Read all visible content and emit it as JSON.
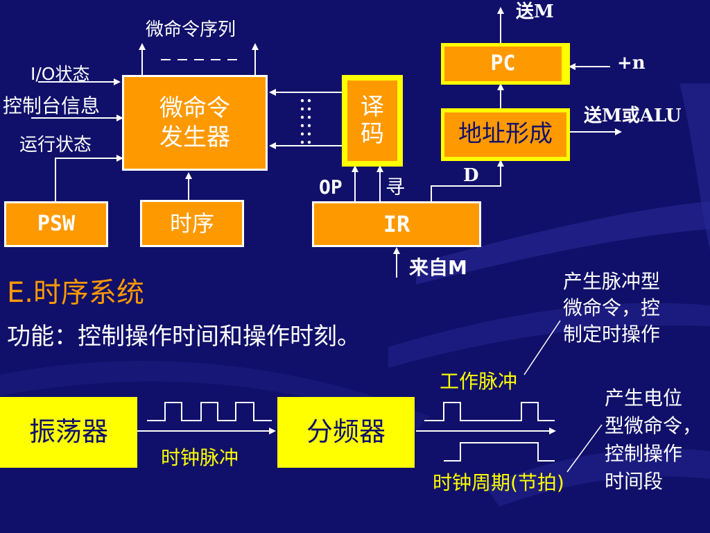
{
  "colors": {
    "background": "#10106a",
    "orange": "#ff9900",
    "yellow": "#ffff00",
    "white": "#ffffff"
  },
  "top_diagram": {
    "micro_cmd_sequence": "微命令序列",
    "dashes": "------",
    "input_io": "I/O状态",
    "input_console": "控制台信息",
    "input_run": "运行状态",
    "generator_line1": "微命令",
    "generator_line2": "发生器",
    "decode_line1": "译",
    "decode_line2": "码",
    "dots": "⋮⋮",
    "psw": "PSW",
    "timing": "时序",
    "ir": "IR",
    "op": "OP",
    "addr_mode": "寻",
    "from_m": "来自M",
    "d": "D",
    "pc": "PC",
    "send_m": "送M",
    "plus_n": "+n",
    "addr_form": "地址形成",
    "send_m_or_alu": "送M或ALU"
  },
  "section": {
    "title": "E.时序系统",
    "function": "功能：控制操作时间和操作时刻。"
  },
  "bottom_diagram": {
    "oscillator": "振荡器",
    "divider": "分频器",
    "clock_pulse": "时钟脉冲",
    "work_pulse": "工作脉冲",
    "clock_cycle": "时钟周期(节拍)",
    "note_pulse": [
      "产生脉冲型",
      "微命令，控",
      "制定时操作"
    ],
    "note_level": [
      "产生电位",
      "型微命令，",
      "控制操作",
      "时间段"
    ]
  }
}
